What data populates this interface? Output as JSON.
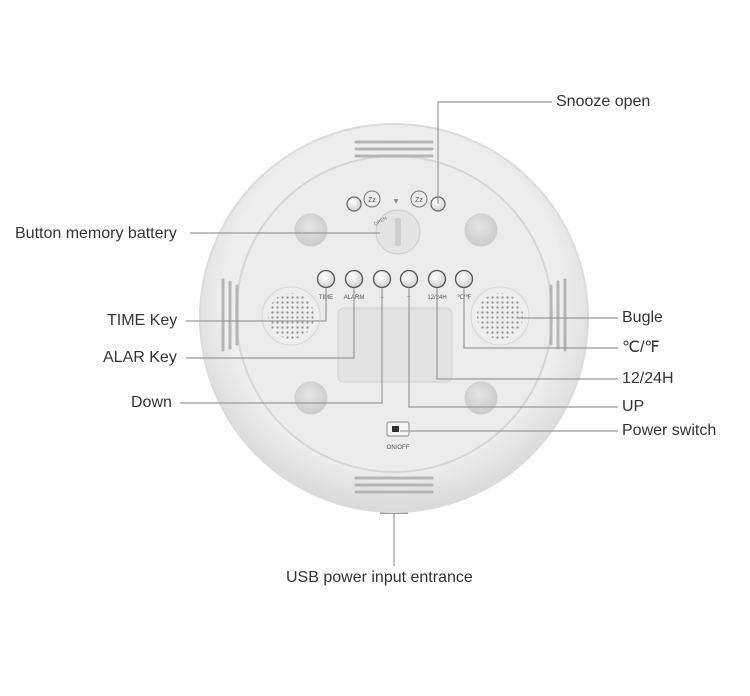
{
  "callouts": {
    "snooze_open": "Snooze open",
    "button_memory_battery": "Button memory battery",
    "time_key": "TIME Key",
    "alar_key": "ALAR Key",
    "down": "Down",
    "bugle": "Bugle",
    "temp_unit": "℃/℉",
    "h12_24": "12/24H",
    "up": "UP",
    "power_switch": "Power switch",
    "usb_power": "USB power input entrance"
  },
  "device_labels": {
    "time": "TIME",
    "alarm": "ALARM",
    "down": "−",
    "up": "+",
    "h12_24": "12/24H",
    "temp": "℃/℉",
    "onoff": "ON/OFF",
    "snooze_left": "Zz",
    "snooze_right": "Zz",
    "battery_open": "OPEN"
  },
  "colors": {
    "device_body": "#f2f2f2",
    "device_inner": "#e9e9e9",
    "leader_line": "#9a9a9a",
    "text": "#333333"
  }
}
